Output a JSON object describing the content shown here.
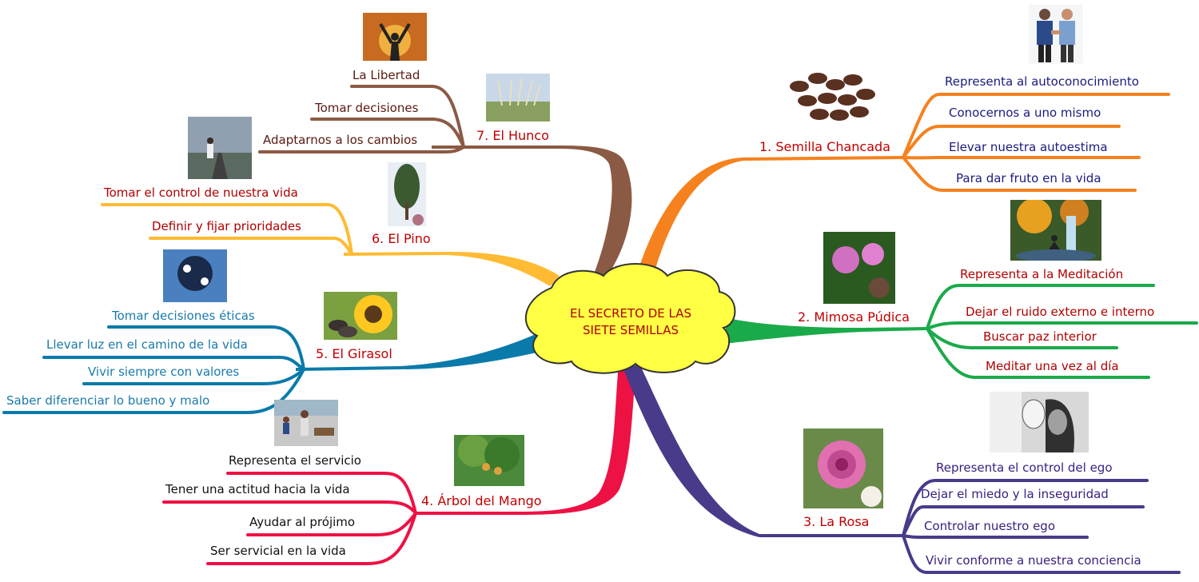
{
  "center": {
    "line1": "EL SECRETO DE LAS",
    "line2": "SIETE SEMILLAS",
    "fill": "#ffff44"
  },
  "branches": [
    {
      "title": "1. Semilla Chancada",
      "color": "#f5821f",
      "text_color": "#c00000",
      "items": [
        "Representa al autoconocimiento",
        "Conocernos a uno mismo",
        "Elevar nuestra autoestima",
        "Para dar fruto en la vida"
      ],
      "item_color": "#1a1a80"
    },
    {
      "title": "2. Mimosa Púdica",
      "color": "#1aaa4a",
      "text_color": "#c00000",
      "items": [
        "Representa a la Meditación",
        "Dejar el ruido externo e interno",
        "Buscar paz interior",
        "Meditar una vez al día"
      ],
      "item_color": "#b00000"
    },
    {
      "title": "3. La Rosa",
      "color": "#4a3a8a",
      "text_color": "#c00000",
      "items": [
        "Representa el control del ego",
        "Dejar el miedo y la inseguridad",
        "Controlar nuestro ego",
        "Vivir conforme a nuestra conciencia"
      ],
      "item_color": "#3a2080"
    },
    {
      "title": "4. Árbol del Mango",
      "color": "#ee1144",
      "text_color": "#c00000",
      "items": [
        "Representa el servicio",
        "Tener una actitud hacia la vida",
        "Ayudar al prójimo",
        "Ser servicial en la vida"
      ],
      "item_color": "#111111"
    },
    {
      "title": "5. El Girasol",
      "color": "#0a7aaa",
      "text_color": "#c00000",
      "items": [
        "Tomar decisiones éticas",
        "Llevar luz en el camino de la vida",
        "Vivir siempre con valores",
        "Saber diferenciar lo bueno y malo"
      ],
      "item_color": "#1a7aaa"
    },
    {
      "title": "6. El Pino",
      "color": "#ffbb33",
      "text_color": "#c00000",
      "items": [
        "Tomar el control de nuestra vida",
        "Definir y fijar prioridades"
      ],
      "item_color": "#b00000"
    },
    {
      "title": "7. El Hunco",
      "color": "#8b5a44",
      "text_color": "#c00000",
      "items": [
        "La Libertad",
        "Tomar decisiones",
        "Adaptarnos a los cambios"
      ],
      "item_color": "#5a1a10"
    }
  ],
  "images": [
    "handshake",
    "cacao-beans",
    "meditation-waterfall",
    "mimosa-flower",
    "woman-mask",
    "pink-rose",
    "children-playing",
    "mango-tree",
    "sunflower",
    "head-profile",
    "pine-tree",
    "man-on-road",
    "reeds",
    "freedom-silhouette"
  ]
}
